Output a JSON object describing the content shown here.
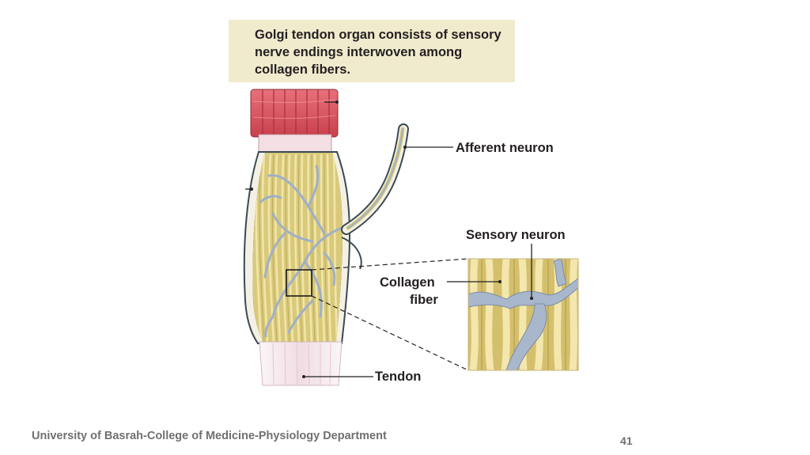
{
  "caption": "Golgi tendon organ consists of sensory nerve endings interwoven among collagen fibers.",
  "labels": {
    "afferent_neuron": "Afferent neuron",
    "sensory_neuron": "Sensory neuron",
    "collagen_line1": "Collagen",
    "collagen_line2": "fiber",
    "tendon": "Tendon"
  },
  "footer": "University of Basrah-College of Medicine-Physiology Department",
  "page_number": "41",
  "colors": {
    "muscle": "#d9525c",
    "collagen": "#e3d591",
    "neuron": "#a9b7cc",
    "capsule": "#3a4a54",
    "tendon": "#f2e6ea"
  }
}
